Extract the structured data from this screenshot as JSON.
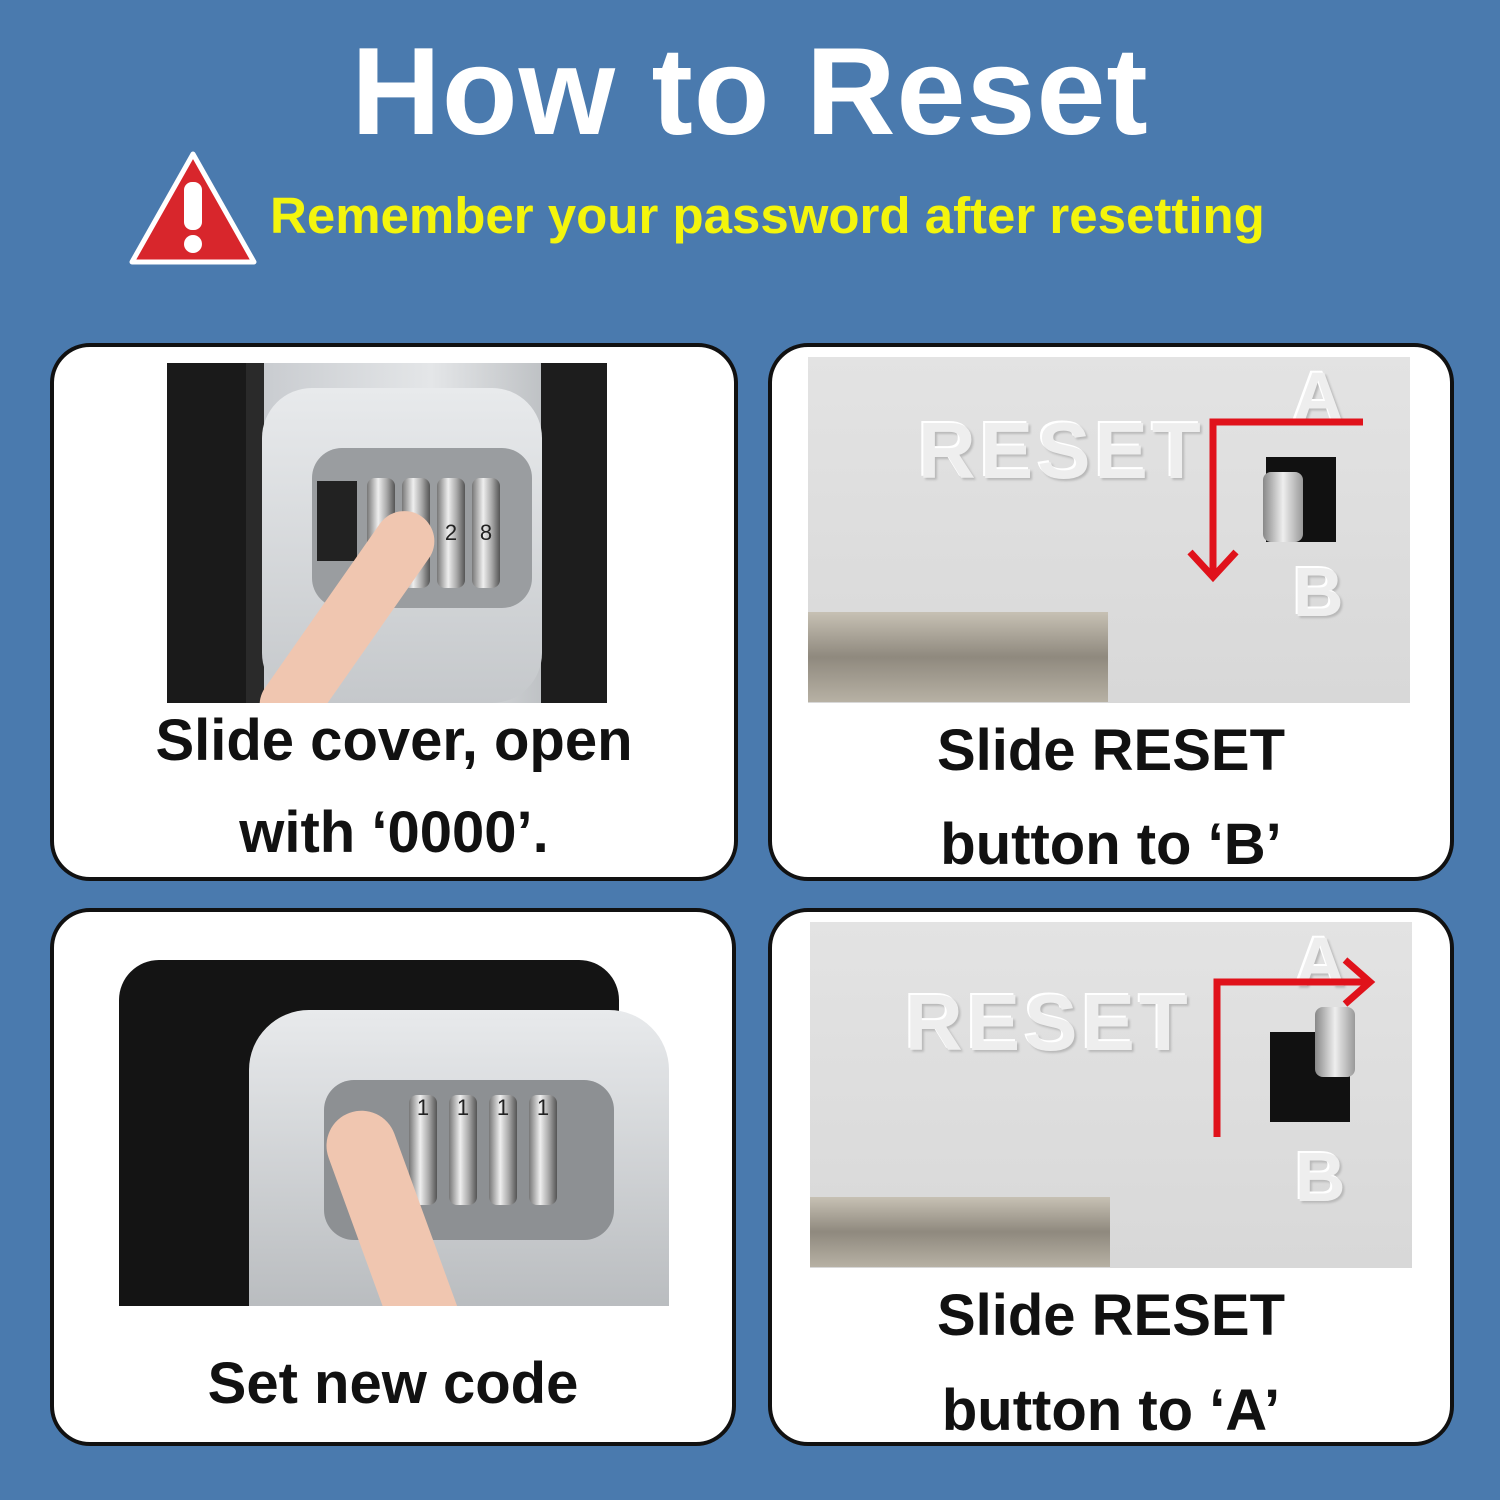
{
  "header": {
    "title": "How to Reset",
    "warning_icon": "exclamation-triangle-icon",
    "warning_text": "Remember your password after resetting"
  },
  "colors": {
    "background": "#4a7aae",
    "title": "#ffffff",
    "warning_text": "#f4f50c",
    "warning_icon": "#d8262c",
    "arrow": "#e0121b"
  },
  "steps": [
    {
      "caption_line1": "Slide cover, open",
      "caption_line2": "with ‘0000’.",
      "dial_digits": [
        "",
        "",
        "2",
        "8"
      ]
    },
    {
      "caption_line1": "Slide RESET",
      "caption_line2": "button to ‘B’",
      "photo_label": "RESET",
      "pos_a": "A",
      "pos_b": "B",
      "arrow": "down"
    },
    {
      "caption_line1": "Set new code",
      "dial_digits": [
        "1",
        "1",
        "1",
        "1"
      ]
    },
    {
      "caption_line1": "Slide RESET",
      "caption_line2": "button to ‘A’",
      "photo_label": "RESET",
      "pos_a": "A",
      "pos_b": "B",
      "arrow": "right"
    }
  ]
}
